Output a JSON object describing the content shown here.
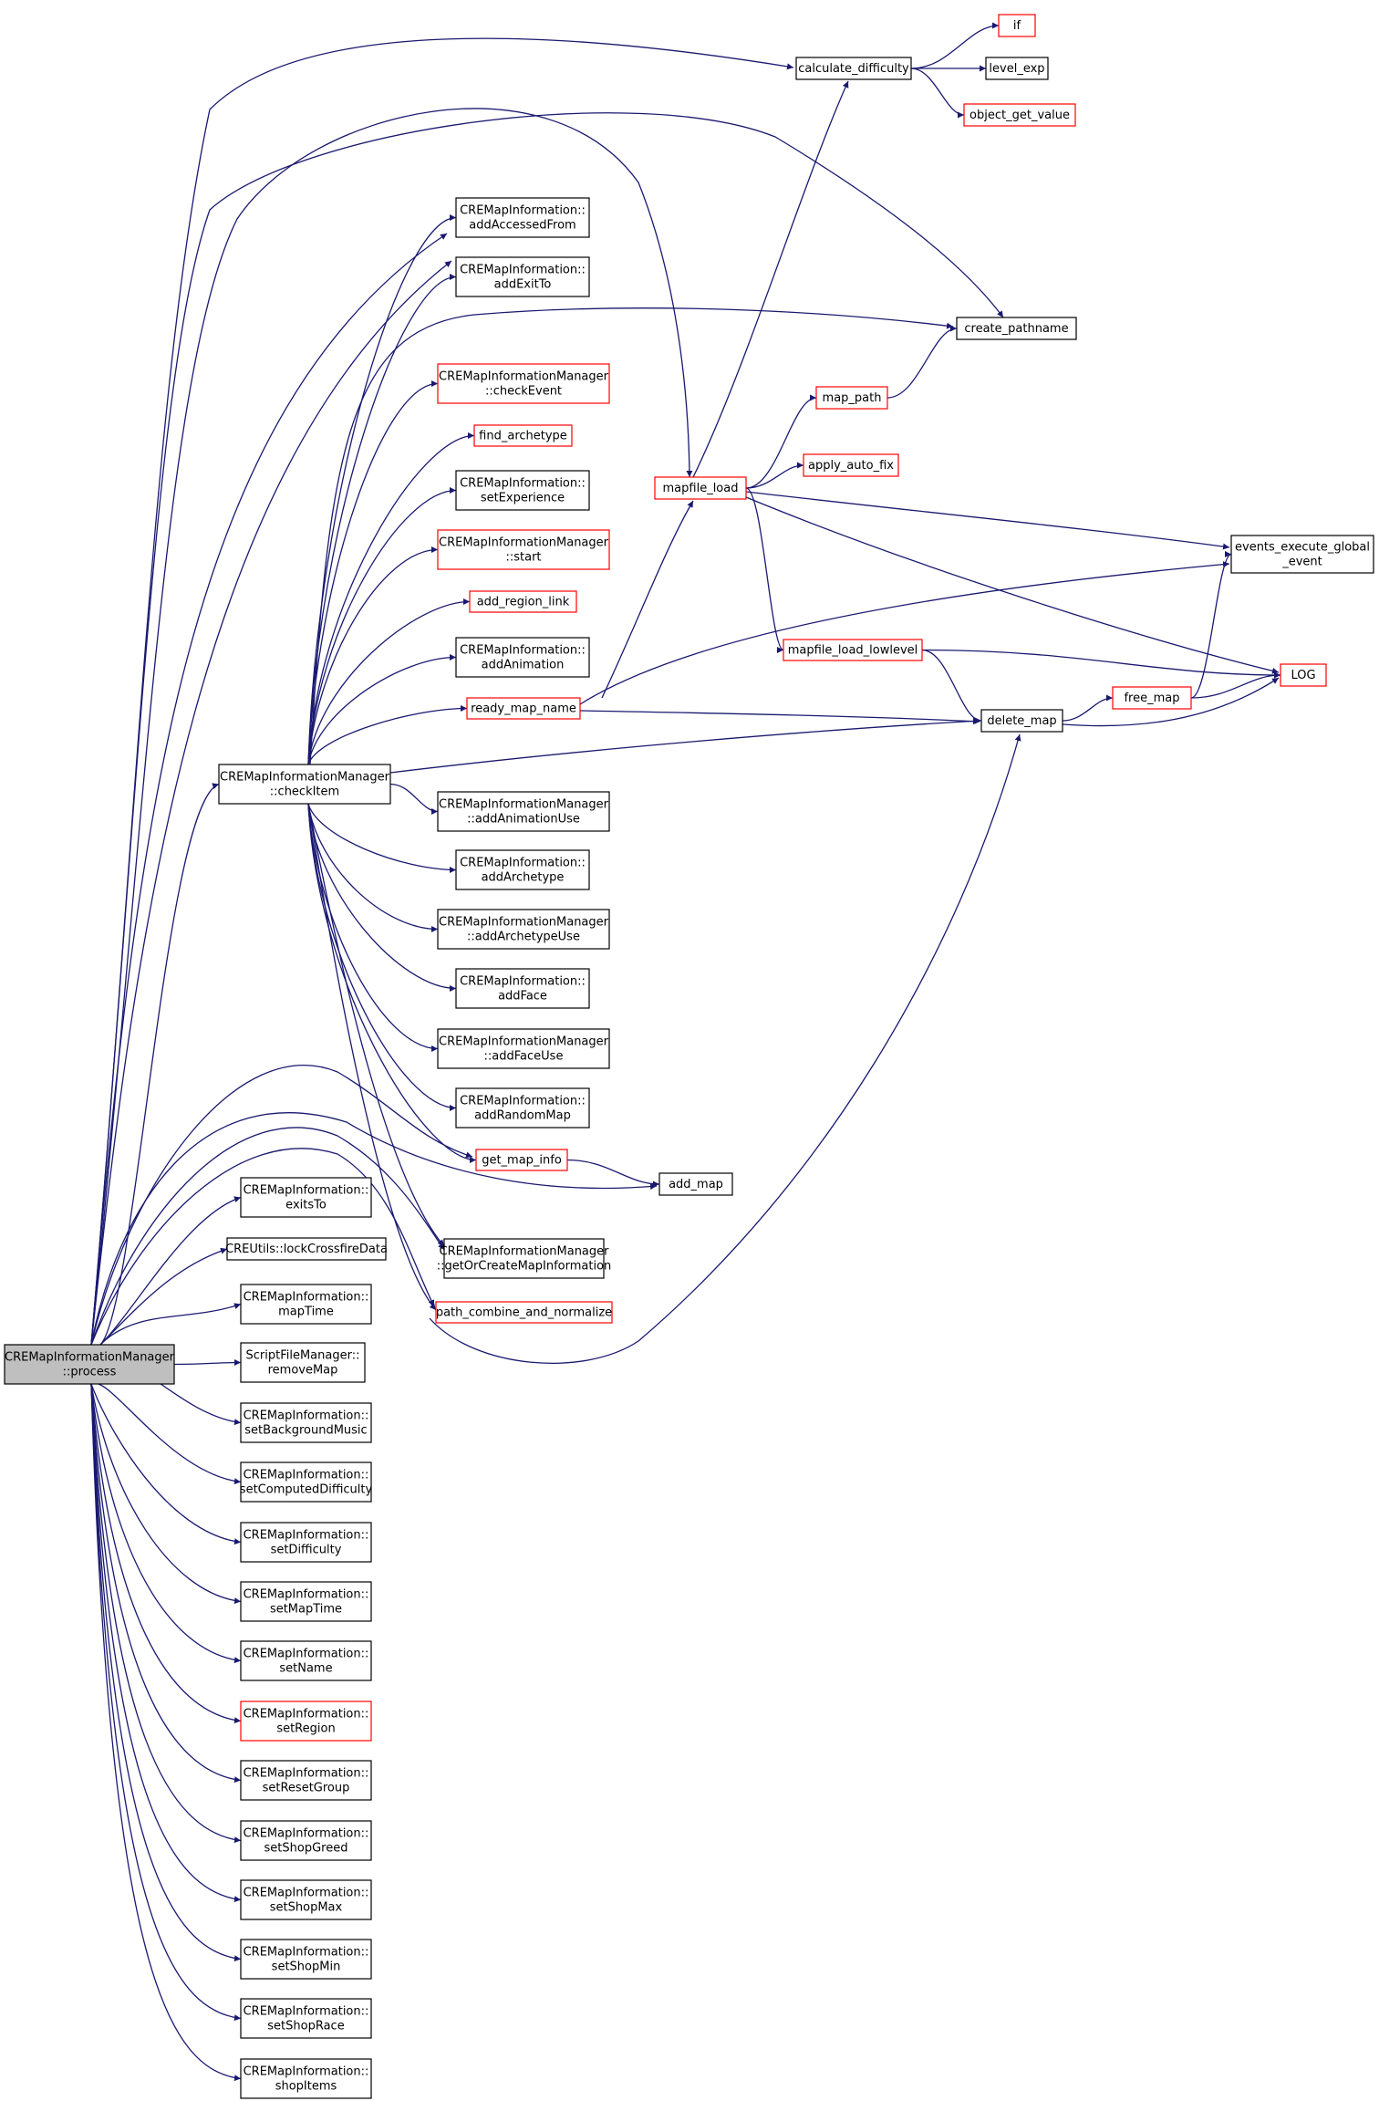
{
  "colors": {
    "edge": "#191970",
    "node_border_normal": "#000000",
    "node_border_truncated": "#ff0000",
    "root_fill": "#bfbfbf",
    "node_fill": "#ffffff"
  },
  "nodes": [
    {
      "id": "process",
      "lines": [
        "CREMapInformationManager",
        "::process"
      ],
      "style": "root"
    },
    {
      "id": "checkItem",
      "lines": [
        "CREMapInformationManager",
        "::checkItem"
      ],
      "style": "normal"
    },
    {
      "id": "addAccessedFrom",
      "lines": [
        "CREMapInformation::",
        "addAccessedFrom"
      ],
      "style": "normal"
    },
    {
      "id": "addExitTo",
      "lines": [
        "CREMapInformation::",
        "addExitTo"
      ],
      "style": "normal"
    },
    {
      "id": "checkEvent",
      "lines": [
        "CREMapInformationManager",
        "::checkEvent"
      ],
      "style": "truncated"
    },
    {
      "id": "find_archetype",
      "lines": [
        "find_archetype"
      ],
      "style": "truncated"
    },
    {
      "id": "setExperience",
      "lines": [
        "CREMapInformation::",
        "setExperience"
      ],
      "style": "normal"
    },
    {
      "id": "start",
      "lines": [
        "CREMapInformationManager",
        "::start"
      ],
      "style": "truncated"
    },
    {
      "id": "add_region_link",
      "lines": [
        "add_region_link"
      ],
      "style": "truncated"
    },
    {
      "id": "addAnimation",
      "lines": [
        "CREMapInformation::",
        "addAnimation"
      ],
      "style": "normal"
    },
    {
      "id": "ready_map_name",
      "lines": [
        "ready_map_name"
      ],
      "style": "truncated"
    },
    {
      "id": "addAnimationUse",
      "lines": [
        "CREMapInformationManager",
        "::addAnimationUse"
      ],
      "style": "normal"
    },
    {
      "id": "addArchetype",
      "lines": [
        "CREMapInformation::",
        "addArchetype"
      ],
      "style": "normal"
    },
    {
      "id": "addArchetypeUse",
      "lines": [
        "CREMapInformationManager",
        "::addArchetypeUse"
      ],
      "style": "normal"
    },
    {
      "id": "addFace",
      "lines": [
        "CREMapInformation::",
        "addFace"
      ],
      "style": "normal"
    },
    {
      "id": "addFaceUse",
      "lines": [
        "CREMapInformationManager",
        "::addFaceUse"
      ],
      "style": "normal"
    },
    {
      "id": "addRandomMap",
      "lines": [
        "CREMapInformation::",
        "addRandomMap"
      ],
      "style": "normal"
    },
    {
      "id": "get_map_info",
      "lines": [
        "get_map_info"
      ],
      "style": "truncated"
    },
    {
      "id": "add_map",
      "lines": [
        "add_map"
      ],
      "style": "normal"
    },
    {
      "id": "getOrCreate",
      "lines": [
        "CREMapInformationManager",
        "::getOrCreateMapInformation"
      ],
      "style": "normal"
    },
    {
      "id": "path_combine",
      "lines": [
        "path_combine_and_normalize"
      ],
      "style": "truncated"
    },
    {
      "id": "calculate_difficulty",
      "lines": [
        "calculate_difficulty"
      ],
      "style": "normal"
    },
    {
      "id": "if",
      "lines": [
        "if"
      ],
      "style": "truncated"
    },
    {
      "id": "level_exp",
      "lines": [
        "level_exp"
      ],
      "style": "normal"
    },
    {
      "id": "object_get_value",
      "lines": [
        "object_get_value"
      ],
      "style": "truncated"
    },
    {
      "id": "create_pathname",
      "lines": [
        "create_pathname"
      ],
      "style": "normal"
    },
    {
      "id": "map_path",
      "lines": [
        "map_path"
      ],
      "style": "truncated"
    },
    {
      "id": "apply_auto_fix",
      "lines": [
        "apply_auto_fix"
      ],
      "style": "truncated"
    },
    {
      "id": "mapfile_load",
      "lines": [
        "mapfile_load"
      ],
      "style": "truncated"
    },
    {
      "id": "events_execute",
      "lines": [
        "events_execute_global",
        "_event"
      ],
      "style": "normal"
    },
    {
      "id": "mapfile_load_lowlevel",
      "lines": [
        "mapfile_load_lowlevel"
      ],
      "style": "truncated"
    },
    {
      "id": "LOG",
      "lines": [
        "LOG"
      ],
      "style": "truncated"
    },
    {
      "id": "free_map",
      "lines": [
        "free_map"
      ],
      "style": "truncated"
    },
    {
      "id": "delete_map",
      "lines": [
        "delete_map"
      ],
      "style": "normal"
    },
    {
      "id": "exitsTo",
      "lines": [
        "CREMapInformation::",
        "exitsTo"
      ],
      "style": "normal"
    },
    {
      "id": "lockCrossfireData",
      "lines": [
        "CREUtils::lockCrossfireData"
      ],
      "style": "normal"
    },
    {
      "id": "mapTime",
      "lines": [
        "CREMapInformation::",
        "mapTime"
      ],
      "style": "normal"
    },
    {
      "id": "removeMap",
      "lines": [
        "ScriptFileManager::",
        "removeMap"
      ],
      "style": "normal"
    },
    {
      "id": "setBackgroundMusic",
      "lines": [
        "CREMapInformation::",
        "setBackgroundMusic"
      ],
      "style": "normal"
    },
    {
      "id": "setComputedDifficulty",
      "lines": [
        "CREMapInformation::",
        "setComputedDifficulty"
      ],
      "style": "normal"
    },
    {
      "id": "setDifficulty",
      "lines": [
        "CREMapInformation::",
        "setDifficulty"
      ],
      "style": "normal"
    },
    {
      "id": "setMapTime",
      "lines": [
        "CREMapInformation::",
        "setMapTime"
      ],
      "style": "normal"
    },
    {
      "id": "setName",
      "lines": [
        "CREMapInformation::",
        "setName"
      ],
      "style": "normal"
    },
    {
      "id": "setRegion",
      "lines": [
        "CREMapInformation::",
        "setRegion"
      ],
      "style": "truncated"
    },
    {
      "id": "setResetGroup",
      "lines": [
        "CREMapInformation::",
        "setResetGroup"
      ],
      "style": "normal"
    },
    {
      "id": "setShopGreed",
      "lines": [
        "CREMapInformation::",
        "setShopGreed"
      ],
      "style": "normal"
    },
    {
      "id": "setShopMax",
      "lines": [
        "CREMapInformation::",
        "setShopMax"
      ],
      "style": "normal"
    },
    {
      "id": "setShopMin",
      "lines": [
        "CREMapInformation::",
        "setShopMin"
      ],
      "style": "normal"
    },
    {
      "id": "setShopRace",
      "lines": [
        "CREMapInformation::",
        "setShopRace"
      ],
      "style": "normal"
    },
    {
      "id": "shopItems",
      "lines": [
        "CREMapInformation::",
        "shopItems"
      ],
      "style": "normal"
    }
  ],
  "edges": [
    [
      "process",
      "calculate_difficulty"
    ],
    [
      "process",
      "create_pathname"
    ],
    [
      "process",
      "mapfile_load"
    ],
    [
      "process",
      "addAccessedFrom"
    ],
    [
      "process",
      "addExitTo"
    ],
    [
      "process",
      "checkItem"
    ],
    [
      "process",
      "get_map_info"
    ],
    [
      "process",
      "add_map"
    ],
    [
      "process",
      "getOrCreate"
    ],
    [
      "process",
      "path_combine"
    ],
    [
      "process",
      "exitsTo"
    ],
    [
      "process",
      "lockCrossfireData"
    ],
    [
      "process",
      "mapTime"
    ],
    [
      "process",
      "removeMap"
    ],
    [
      "process",
      "setBackgroundMusic"
    ],
    [
      "process",
      "setComputedDifficulty"
    ],
    [
      "process",
      "setDifficulty"
    ],
    [
      "process",
      "setMapTime"
    ],
    [
      "process",
      "setName"
    ],
    [
      "process",
      "setRegion"
    ],
    [
      "process",
      "setResetGroup"
    ],
    [
      "process",
      "setShopGreed"
    ],
    [
      "process",
      "setShopMax"
    ],
    [
      "process",
      "setShopMin"
    ],
    [
      "process",
      "setShopRace"
    ],
    [
      "process",
      "shopItems"
    ],
    [
      "checkItem",
      "addAccessedFrom"
    ],
    [
      "checkItem",
      "addExitTo"
    ],
    [
      "checkItem",
      "create_pathname"
    ],
    [
      "checkItem",
      "checkEvent"
    ],
    [
      "checkItem",
      "find_archetype"
    ],
    [
      "checkItem",
      "setExperience"
    ],
    [
      "checkItem",
      "start"
    ],
    [
      "checkItem",
      "add_region_link"
    ],
    [
      "checkItem",
      "addAnimation"
    ],
    [
      "checkItem",
      "ready_map_name"
    ],
    [
      "checkItem",
      "delete_map"
    ],
    [
      "checkItem",
      "addAnimationUse"
    ],
    [
      "checkItem",
      "addArchetype"
    ],
    [
      "checkItem",
      "addArchetypeUse"
    ],
    [
      "checkItem",
      "addFace"
    ],
    [
      "checkItem",
      "addFaceUse"
    ],
    [
      "checkItem",
      "addRandomMap"
    ],
    [
      "checkItem",
      "get_map_info"
    ],
    [
      "checkItem",
      "getOrCreate"
    ],
    [
      "checkItem",
      "path_combine"
    ],
    [
      "path_combine",
      "delete_map"
    ],
    [
      "ready_map_name",
      "mapfile_load"
    ],
    [
      "ready_map_name",
      "events_execute"
    ],
    [
      "ready_map_name",
      "delete_map"
    ],
    [
      "get_map_info",
      "add_map"
    ],
    [
      "mapfile_load",
      "calculate_difficulty"
    ],
    [
      "mapfile_load",
      "map_path"
    ],
    [
      "mapfile_load",
      "apply_auto_fix"
    ],
    [
      "mapfile_load",
      "events_execute"
    ],
    [
      "mapfile_load",
      "LOG"
    ],
    [
      "mapfile_load",
      "mapfile_load_lowlevel"
    ],
    [
      "calculate_difficulty",
      "if"
    ],
    [
      "calculate_difficulty",
      "level_exp"
    ],
    [
      "calculate_difficulty",
      "object_get_value"
    ],
    [
      "map_path",
      "create_pathname"
    ],
    [
      "mapfile_load_lowlevel",
      "LOG"
    ],
    [
      "mapfile_load_lowlevel",
      "delete_map"
    ],
    [
      "delete_map",
      "free_map"
    ],
    [
      "delete_map",
      "LOG"
    ],
    [
      "free_map",
      "LOG"
    ],
    [
      "free_map",
      "events_execute"
    ]
  ]
}
